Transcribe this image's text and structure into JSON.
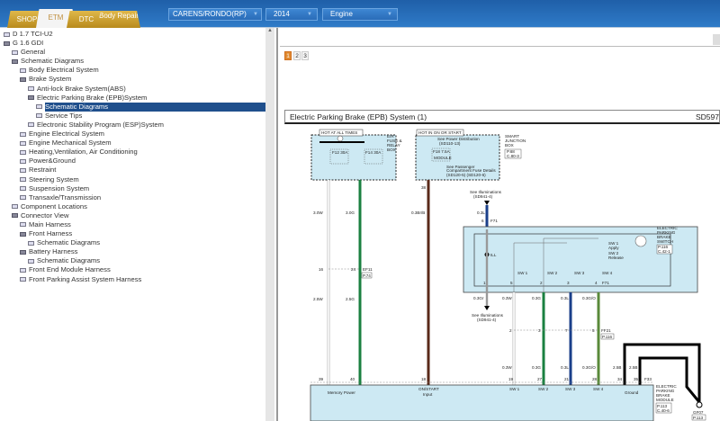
{
  "tabs": [
    {
      "label": "SHOP"
    },
    {
      "label": "ETM"
    },
    {
      "label": "DTC"
    },
    {
      "label": "Body Repair"
    }
  ],
  "selectors": {
    "model": "CARENS/RONDO(RP)",
    "year": "2014",
    "system": "Engine"
  },
  "tree": [
    {
      "label": "D 1.7 TCI-U2",
      "level": 0,
      "open": false
    },
    {
      "label": "G 1.6 GDI",
      "level": 0,
      "open": true
    },
    {
      "label": "General",
      "level": 1,
      "open": false
    },
    {
      "label": "Schematic Diagrams",
      "level": 1,
      "open": true
    },
    {
      "label": "Body Electrical System",
      "level": 2,
      "open": false
    },
    {
      "label": "Brake System",
      "level": 2,
      "open": true
    },
    {
      "label": "Anti-lock Brake System(ABS)",
      "level": 3,
      "open": false
    },
    {
      "label": "Electric Parking Brake (EPB)System",
      "level": 3,
      "open": true
    },
    {
      "label": "Schematic Diagrams",
      "level": 4,
      "open": false,
      "selected": true
    },
    {
      "label": "Service Tips",
      "level": 4,
      "open": false
    },
    {
      "label": "Electronic Stability Program (ESP)System",
      "level": 3,
      "open": false
    },
    {
      "label": "Engine Electrical System",
      "level": 2,
      "open": false
    },
    {
      "label": "Engine Mechanical System",
      "level": 2,
      "open": false
    },
    {
      "label": "Heating,Ventilation, Air Conditioning",
      "level": 2,
      "open": false
    },
    {
      "label": "Power&Ground",
      "level": 2,
      "open": false
    },
    {
      "label": "Restraint",
      "level": 2,
      "open": false
    },
    {
      "label": "Steering System",
      "level": 2,
      "open": false
    },
    {
      "label": "Suspension System",
      "level": 2,
      "open": false
    },
    {
      "label": "Transaxle/Transmission",
      "level": 2,
      "open": false
    },
    {
      "label": "Component Locations",
      "level": 1,
      "open": false
    },
    {
      "label": "Connector View",
      "level": 1,
      "open": true
    },
    {
      "label": "Main Harness",
      "level": 2,
      "open": false
    },
    {
      "label": "Front Harness",
      "level": 2,
      "open": true
    },
    {
      "label": "Schematic Diagrams",
      "level": 3,
      "open": false
    },
    {
      "label": "Battery Harness",
      "level": 2,
      "open": true
    },
    {
      "label": "Schematic Diagrams",
      "level": 3,
      "open": false
    },
    {
      "label": "Front End Module Harness",
      "level": 2,
      "open": false
    },
    {
      "label": "Front Parking Assist System Harness",
      "level": 2,
      "open": false
    }
  ],
  "pages": [
    "1",
    "2",
    "3"
  ],
  "diagram": {
    "title": "Electric Parking Brake (EPB) System (1)",
    "code": "SD597",
    "hot_all": "HOT AT ALL TIMES",
    "hot_on": "HOT IN ON OR START",
    "er_box": [
      "E/R",
      "FUSE &",
      "RELAY",
      "BOX"
    ],
    "fuse1": "F12 30A",
    "fuse2": "F14 30A",
    "sjb": [
      "SMART",
      "JUNCTION",
      "BOX"
    ],
    "sjb_ref": [
      "P.68",
      "C.80-3"
    ],
    "see_power": "See Power Distribution",
    "see_power_ref": "(SD110-13)",
    "fuse3": "F18 7.5A",
    "module": "MODULE",
    "see_pass": [
      "See Passenger",
      "Compartment Fuse Details"
    ],
    "see_pass_ref": "(SD120-5) (SD120-6)",
    "see_ill": "See Illuminations",
    "see_ill_ref": "(SD941-4)",
    "wires": {
      "w1a": "3.0W",
      "w2a": "3.0G",
      "w3": "0.3Br/B",
      "w1b": "2.5W",
      "w2b": "2.5G",
      "ill": "0.3L",
      "gr": "0.3Gr",
      "sw1": "0.3W",
      "sw2": "0.3G",
      "sw3": "0.3L",
      "sw4": "0.3G/O",
      "gnd1": "2.5B",
      "gnd2": "2.5B"
    },
    "ef11": "EF11",
    "ef11_ref": "P.74",
    "ff21": "FF21",
    "ff21_ref": "P.116",
    "f71": "F71",
    "f33": "F33",
    "switch": [
      "ELECTRIC",
      "PARKING",
      "BRAKE",
      "SWITCH"
    ],
    "switch_ref": [
      "P.116",
      "C.42-1"
    ],
    "sw_apply": [
      "SW 1",
      "Apply"
    ],
    "sw_release": [
      "SW 2",
      "Release"
    ],
    "ill_lbl": "ILL",
    "sw_labels": [
      "SW 1",
      "SW 2",
      "SW 3",
      "SW 4"
    ],
    "pins_top": [
      "6",
      "1",
      "5",
      "2",
      "3",
      "4",
      "38",
      "16",
      "24",
      "19",
      "2",
      "3",
      "7",
      "5"
    ],
    "pins_mod": [
      "39",
      "40",
      "18",
      "19",
      "27",
      "21",
      "28",
      "34",
      "35"
    ],
    "mod_labels": [
      "Memory Power",
      "ON/START",
      "Input",
      "SW 1",
      "SW 2",
      "SW 3",
      "SW 4",
      "Ground"
    ],
    "module_name": [
      "ELECTRIC",
      "PARKING",
      "BRAKE",
      "MODULE"
    ],
    "module_ref": [
      "P.113",
      "C.40-6"
    ],
    "ground": "GF07",
    "ground_ref": "P.113"
  }
}
